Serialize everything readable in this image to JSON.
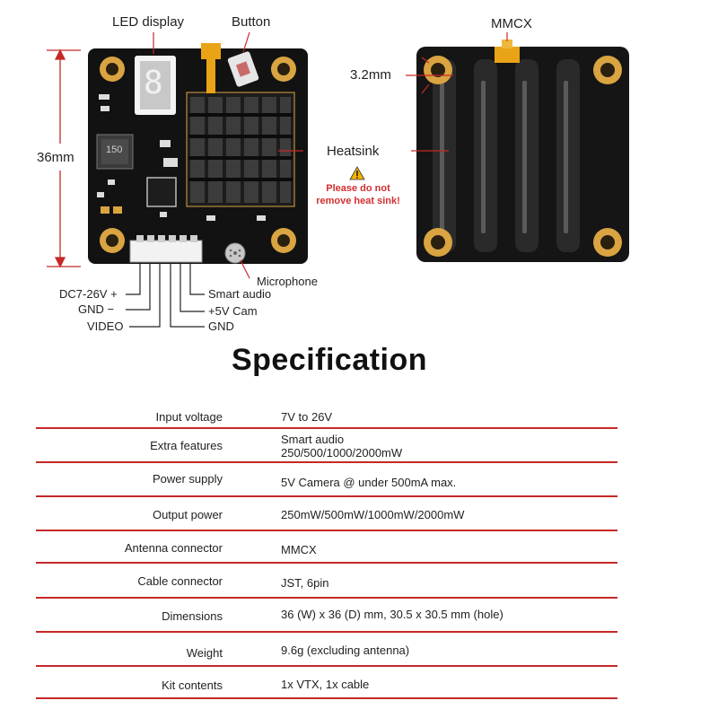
{
  "diagram": {
    "labels": {
      "led_display": "LED display",
      "button": "Button",
      "mmcx": "MMCX",
      "size_36mm": "36mm",
      "size_3_2mm": "3.2mm",
      "heatsink": "Heatsink",
      "warning_line1": "Please do not",
      "warning_line2": "remove heat sink!",
      "microphone": "Microphone",
      "pin_dc": "DC7-26V +",
      "pin_gnd1": "GND −",
      "pin_video": "VIDEO",
      "pin_smart_audio": "Smart audio",
      "pin_5v": "+5V  Cam",
      "pin_gnd2": "GND",
      "inductor": "150",
      "digit": "8."
    }
  },
  "title": "Specification",
  "specs": [
    {
      "name": "Input voltage",
      "value_l1": "7V to 26V",
      "value_l2": ""
    },
    {
      "name": "Extra features",
      "value_l1": "Smart audio",
      "value_l2": "250/500/1000/2000mW"
    },
    {
      "name": "Power supply",
      "value_l1": "5V Camera @ under  500mA max.",
      "value_l2": ""
    },
    {
      "name": "Output power",
      "value_l1": "250mW/500mW/1000mW/2000mW",
      "value_l2": ""
    },
    {
      "name": "Antenna connector",
      "value_l1": "MMCX",
      "value_l2": ""
    },
    {
      "name": "Cable connector",
      "value_l1": "JST, 6pin",
      "value_l2": ""
    },
    {
      "name": "Dimensions",
      "value_l1": "36 (W) x 36 (D) mm, 30.5 x 30.5 mm (hole)",
      "value_l2": ""
    },
    {
      "name": "Weight",
      "value_l1": "9.6g (excluding antenna)",
      "value_l2": ""
    },
    {
      "name": "Kit contents",
      "value_l1": "1x VTX,  1x cable",
      "value_l2": ""
    }
  ],
  "colors": {
    "accent_red": "#c62828",
    "board_black": "#111111",
    "gold": "#d9a441"
  }
}
